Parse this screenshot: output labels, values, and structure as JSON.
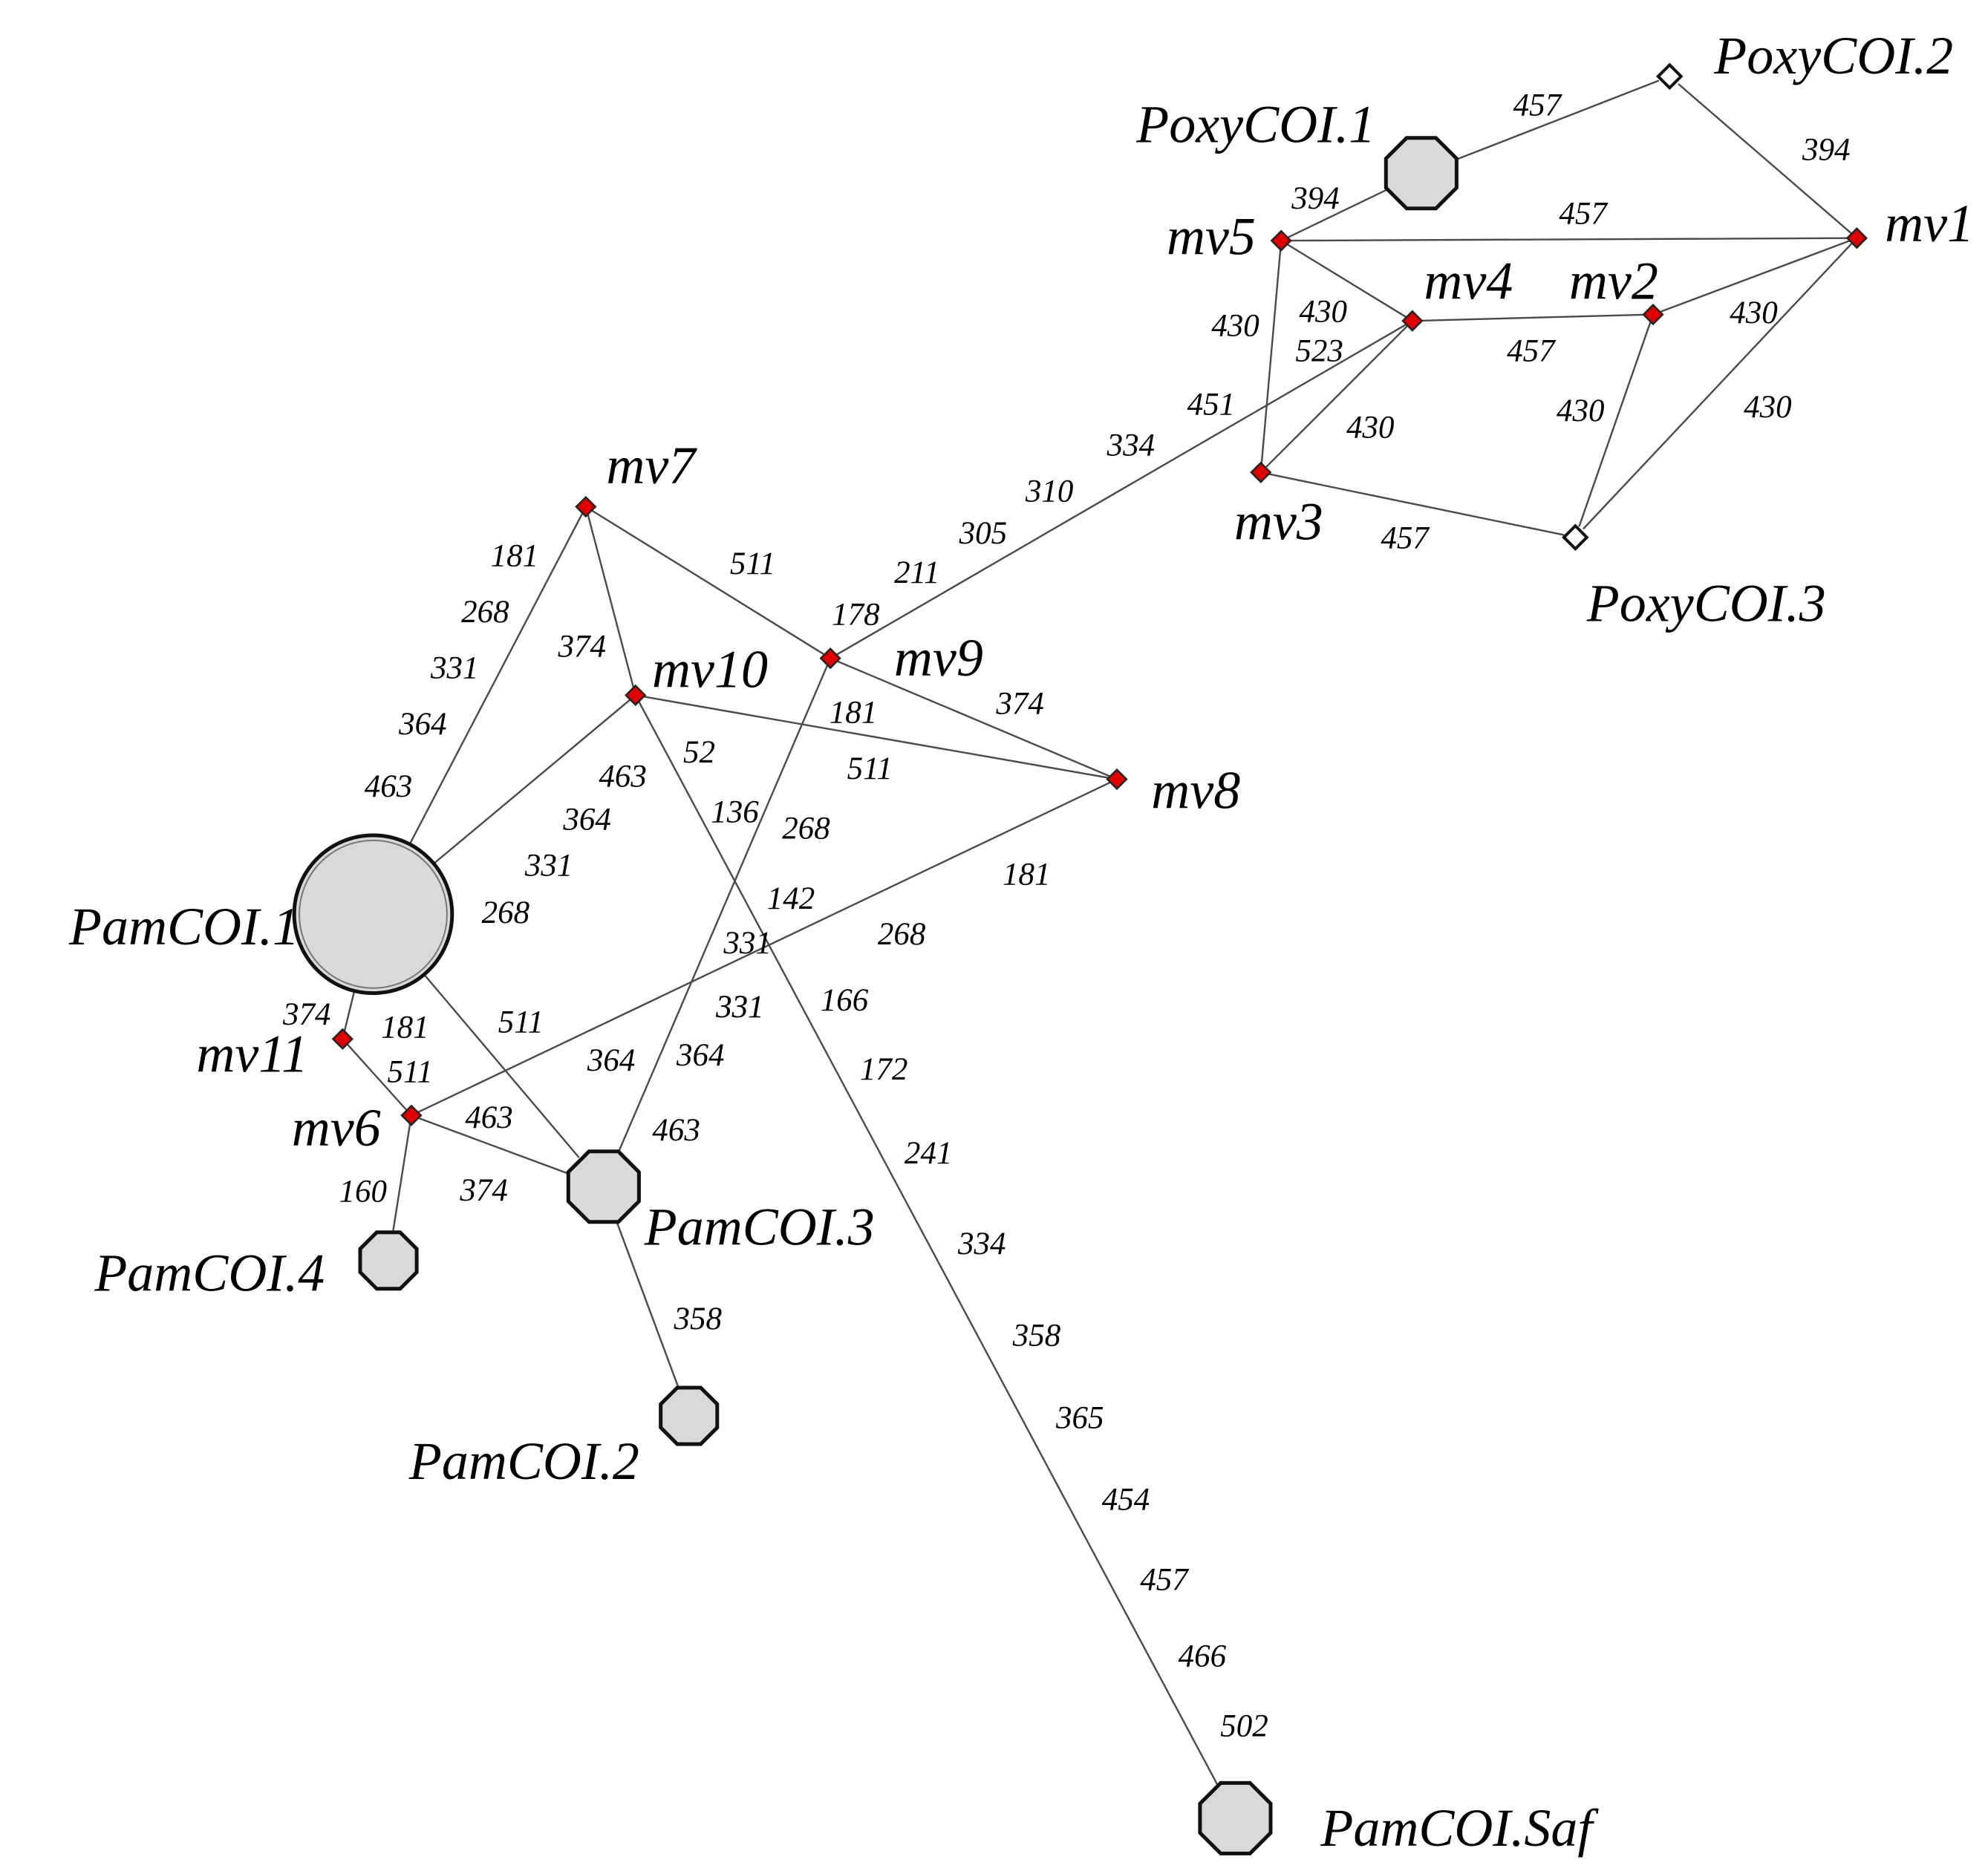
{
  "haplotypes": [
    {
      "id": "PamCOI.1",
      "label": "PamCOI.1",
      "type": "sampled",
      "size": "large"
    },
    {
      "id": "PamCOI.2",
      "label": "PamCOI.2",
      "type": "sampled",
      "size": "small"
    },
    {
      "id": "PamCOI.3",
      "label": "PamCOI.3",
      "type": "sampled",
      "size": "medium"
    },
    {
      "id": "PamCOI.4",
      "label": "PamCOI.4",
      "type": "sampled",
      "size": "small"
    },
    {
      "id": "PamCOI.Saf",
      "label": "PamCOI.Saf",
      "type": "sampled",
      "size": "medium"
    },
    {
      "id": "PoxyCOI.1",
      "label": "PoxyCOI.1",
      "type": "sampled",
      "size": "medium"
    },
    {
      "id": "PoxyCOI.2",
      "label": "PoxyCOI.2",
      "type": "outgroup",
      "size": "tiny"
    },
    {
      "id": "PoxyCOI.3",
      "label": "PoxyCOI.3",
      "type": "outgroup",
      "size": "tiny"
    }
  ],
  "median_vectors": [
    {
      "id": "mv1",
      "label": "mv1"
    },
    {
      "id": "mv2",
      "label": "mv2"
    },
    {
      "id": "mv3",
      "label": "mv3"
    },
    {
      "id": "mv4",
      "label": "mv4"
    },
    {
      "id": "mv5",
      "label": "mv5"
    },
    {
      "id": "mv6",
      "label": "mv6"
    },
    {
      "id": "mv7",
      "label": "mv7"
    },
    {
      "id": "mv8",
      "label": "mv8"
    },
    {
      "id": "mv9",
      "label": "mv9"
    },
    {
      "id": "mv10",
      "label": "mv10"
    },
    {
      "id": "mv11",
      "label": "mv11"
    }
  ],
  "edges": [
    {
      "from": "PoxyCOI.2",
      "to": "PoxyCOI.1",
      "mutations": [
        "457"
      ]
    },
    {
      "from": "PoxyCOI.2",
      "to": "mv1",
      "mutations": [
        "394"
      ]
    },
    {
      "from": "PoxyCOI.1",
      "to": "mv5",
      "mutations": [
        "394"
      ]
    },
    {
      "from": "mv5",
      "to": "mv1",
      "mutations": [
        "457"
      ]
    },
    {
      "from": "mv5",
      "to": "mv4",
      "mutations": [
        "430",
        "523"
      ]
    },
    {
      "from": "mv5",
      "to": "mv3",
      "mutations": [
        "430"
      ]
    },
    {
      "from": "mv4",
      "to": "mv2",
      "mutations": [
        "457"
      ]
    },
    {
      "from": "mv2",
      "to": "mv1",
      "mutations": [
        "430"
      ]
    },
    {
      "from": "mv1",
      "to": "PoxyCOI.3",
      "mutations": [
        "430"
      ]
    },
    {
      "from": "mv2",
      "to": "PoxyCOI.3",
      "mutations": [
        "430"
      ]
    },
    {
      "from": "mv4",
      "to": "mv3",
      "mutations": [
        "430"
      ]
    },
    {
      "from": "mv3",
      "to": "PoxyCOI.3",
      "mutations": [
        "457"
      ]
    },
    {
      "from": "mv4",
      "to": "mv9",
      "mutations": [
        "451",
        "334",
        "310",
        "305",
        "211",
        "178"
      ]
    },
    {
      "from": "mv7",
      "to": "mv9",
      "mutations": [
        "511"
      ]
    },
    {
      "from": "mv7",
      "to": "PamCOI.1",
      "mutations": [
        "181",
        "268",
        "331",
        "364",
        "463"
      ]
    },
    {
      "from": "mv7",
      "to": "mv10",
      "mutations": [
        "374"
      ]
    },
    {
      "from": "mv9",
      "to": "mv8",
      "mutations": [
        "374"
      ]
    },
    {
      "from": "mv10",
      "to": "mv8",
      "mutations": [
        "181",
        "511"
      ]
    },
    {
      "from": "mv10",
      "to": "PamCOI.1",
      "mutations": [
        "463",
        "364",
        "331",
        "268"
      ]
    },
    {
      "from": "mv10",
      "to": "PamCOI.Saf",
      "mutations": [
        "52",
        "136",
        "142",
        "331",
        "166",
        "172",
        "241",
        "334",
        "358",
        "365",
        "454",
        "457",
        "466",
        "502"
      ]
    },
    {
      "from": "mv9",
      "to": "PamCOI.3",
      "mutations": [
        "268",
        "331",
        "364",
        "463"
      ]
    },
    {
      "from": "mv8",
      "to": "mv6",
      "mutations": [
        "181",
        "268",
        "331",
        "364"
      ]
    },
    {
      "from": "PamCOI.1",
      "to": "mv11",
      "mutations": [
        "374",
        "181"
      ]
    },
    {
      "from": "PamCOI.1",
      "to": "PamCOI.3",
      "mutations": [
        "511"
      ]
    },
    {
      "from": "mv11",
      "to": "mv6",
      "mutations": [
        "511"
      ]
    },
    {
      "from": "mv6",
      "to": "PamCOI.3",
      "mutations": [
        "463",
        "374"
      ]
    },
    {
      "from": "mv6",
      "to": "PamCOI.4",
      "mutations": [
        "160"
      ]
    },
    {
      "from": "PamCOI.3",
      "to": "PamCOI.2",
      "mutations": [
        "358"
      ]
    }
  ],
  "colors": {
    "sampled_fill": "#d9d9d9",
    "outgroup_fill": "#ffffff",
    "median_vector_fill": "#e00000",
    "edge": "#4a4a4a"
  }
}
